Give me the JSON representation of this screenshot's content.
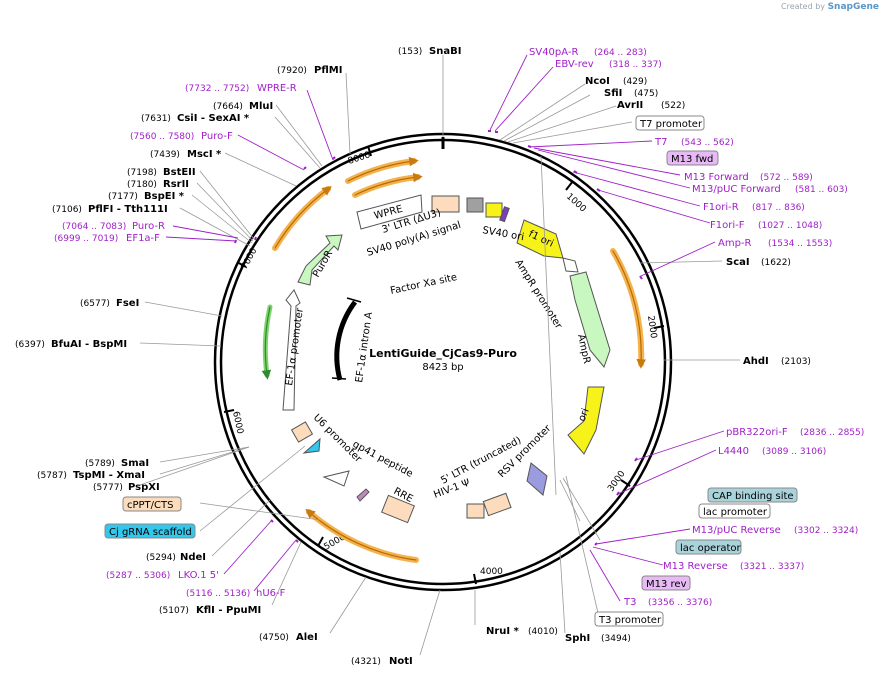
{
  "credit": {
    "prefix": "Created by",
    "brand": "SnapGene"
  },
  "plasmid": {
    "name": "LentiGuide_CjCas9-Puro",
    "size": "8423 bp"
  },
  "ring_ticks": [
    "1000",
    "2000",
    "3000",
    "4000",
    "5000",
    "6000",
    "7000",
    "8000"
  ],
  "enzymes": [
    {
      "pos": "(153)",
      "name": "SnaBI"
    },
    {
      "pos": "(429)",
      "name": "NcoI"
    },
    {
      "pos": "(475)",
      "name": "SfiI"
    },
    {
      "pos": "(522)",
      "name": "AvrII"
    },
    {
      "pos": "(1622)",
      "name": "ScaI"
    },
    {
      "pos": "(2103)",
      "name": "AhdI"
    },
    {
      "pos": "(3494)",
      "name": "SphI"
    },
    {
      "pos": "(4010)",
      "name": "NruI *"
    },
    {
      "pos": "(4321)",
      "name": "NotI"
    },
    {
      "pos": "(4750)",
      "name": "AleI"
    },
    {
      "pos": "(5107)",
      "name": "KflI  - PpuMI"
    },
    {
      "pos": "(5294)",
      "name": "NdeI"
    },
    {
      "pos": "(5777)",
      "name": "PspXI"
    },
    {
      "pos": "(5787)",
      "name": "TspMI  - XmaI"
    },
    {
      "pos": "(5789)",
      "name": "SmaI"
    },
    {
      "pos": "(6397)",
      "name": "BfuAI  - BspMI"
    },
    {
      "pos": "(6577)",
      "name": "FseI"
    },
    {
      "pos": "(7106)",
      "name": "PflFI  - Tth111I"
    },
    {
      "pos": "(7177)",
      "name": "BspEI *"
    },
    {
      "pos": "(7180)",
      "name": "RsrII"
    },
    {
      "pos": "(7198)",
      "name": "BstEII"
    },
    {
      "pos": "(7439)",
      "name": "MscI *"
    },
    {
      "pos": "(7631)",
      "name": "CsiI  - SexAI *"
    },
    {
      "pos": "(7664)",
      "name": "MluI"
    },
    {
      "pos": "(7920)",
      "name": "PflMI"
    }
  ],
  "primers": [
    {
      "name": "SV40pA-R",
      "range": "(264 .. 283)"
    },
    {
      "name": "EBV-rev",
      "range": "(318 .. 337)"
    },
    {
      "name": "T7",
      "range": "(543 .. 562)"
    },
    {
      "name": "M13 Forward",
      "range": "(572 .. 589)"
    },
    {
      "name": "M13/pUC Forward",
      "range": "(581 .. 603)"
    },
    {
      "name": "F1ori-R",
      "range": "(817 .. 836)"
    },
    {
      "name": "F1ori-F",
      "range": "(1027 .. 1048)"
    },
    {
      "name": "Amp-R",
      "range": "(1534 .. 1553)"
    },
    {
      "name": "pBR322ori-F",
      "range": "(2836 .. 2855)"
    },
    {
      "name": "L4440",
      "range": "(3089 .. 3106)"
    },
    {
      "name": "M13/pUC Reverse",
      "range": "(3302 .. 3324)"
    },
    {
      "name": "M13 Reverse",
      "range": "(3321 .. 3337)"
    },
    {
      "name": "T3",
      "range": "(3356 .. 3376)"
    },
    {
      "name": "hU6-F",
      "range": "(5116 .. 5136)"
    },
    {
      "name": "LKO.1 5'",
      "range": "(5287 .. 5306)"
    },
    {
      "name": "EF1a-F",
      "range": "(6999 .. 7019)"
    },
    {
      "name": "Puro-R",
      "range": "(7064 .. 7083)"
    },
    {
      "name": "Puro-F",
      "range": "(7560 .. 7580)"
    },
    {
      "name": "WPRE-R",
      "range": "(7732 .. 7752)"
    }
  ],
  "boxed_labels": {
    "t7_promoter_top": "T7 promoter",
    "m13_fwd": "M13 fwd",
    "cap_binding_site": "CAP binding site",
    "lac_promoter": "lac promoter",
    "lac_operator": "lac operator",
    "m13_rev": "M13 rev",
    "t3_promoter": "T3 promoter",
    "cppt_cts": "cPPT/CTS",
    "cj_grna_scaffold": "Cj gRNA scaffold"
  },
  "inner_features": {
    "ltr3": "3' LTR (ΔU3)",
    "sv40_polya": "SV40 poly(A) signal",
    "sv40_ori": "SV40 ori",
    "f1_ori": "f1 ori",
    "ampr_promoter": "AmpR promoter",
    "ampr": "AmpR",
    "ori": "ori",
    "rsv_promoter": "RSV promoter",
    "ltr5": "5' LTR (truncated)",
    "hiv_psi": "HIV-1 Ψ",
    "rre": "RRE",
    "gp41": "gp41 peptide",
    "u6_promoter": "U6 promoter",
    "ef1a_promoter": "EF-1α promoter",
    "puror": "PuroR",
    "wpre": "WPRE",
    "factor_xa": "Factor Xa site",
    "ef1a_intron": "EF-1α intron A"
  },
  "colors": {
    "primer": "#a020c8",
    "backbone": "#000000",
    "orange_arrow": "#f4b24e",
    "yellow_feature": "#f7f21a",
    "green_feature": "#c8f7c0",
    "ltr_box": "#fcdcbc",
    "m13_box": "#e7b9f5",
    "lac_op_box": "#a9d3db",
    "cj_box": "#34c7ec",
    "grey_box": "#a0a0a0"
  }
}
